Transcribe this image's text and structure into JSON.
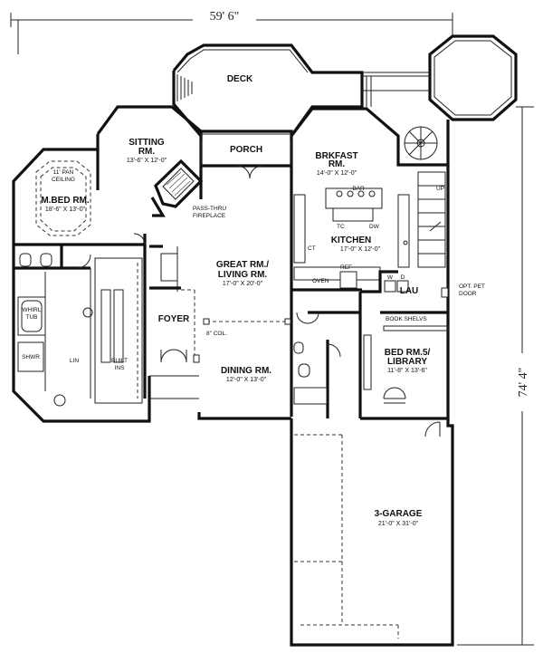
{
  "dimensions": {
    "width_label": "59' 6\"",
    "depth_label": "74' 4\""
  },
  "rooms": {
    "deck": {
      "name": "DECK"
    },
    "porch": {
      "name": "PORCH"
    },
    "sitting": {
      "name_l1": "SITTING",
      "name_l2": "RM.",
      "size": "13'-6\" X 12'-0\""
    },
    "brkfast": {
      "name_l1": "BRKFAST",
      "name_l2": "RM.",
      "size": "14'-0\" X 12'-0\""
    },
    "master": {
      "name": "M.BED RM.",
      "size": "18'-6\" X 13'-0\"",
      "ceiling_l1": "11' PAN",
      "ceiling_l2": "CEILING"
    },
    "great": {
      "name_l1": "GREAT RM./",
      "name_l2": "LIVING RM.",
      "size": "17'-0\" X 20'-0\""
    },
    "kitchen": {
      "name": "KITCHEN",
      "size": "17'-0\" X 12'-0\""
    },
    "foyer": {
      "name": "FOYER"
    },
    "dining": {
      "name": "DINING RM.",
      "size": "12'-0\" X 13'-0\""
    },
    "lau": {
      "name": "LAU"
    },
    "bed5": {
      "name_l1": "BED RM.5/",
      "name_l2": "LIBRARY",
      "size": "11'-8\" X 13'-6\""
    },
    "garage": {
      "name": "3-GARAGE",
      "size": "21'-0\" X 31'-0\""
    }
  },
  "notes": {
    "fireplace_l1": "PASS-THRU",
    "fireplace_l2": "FIREPLACE",
    "whirl_l1": "WHIRL",
    "whirl_l2": "TUB",
    "shwr": "SHWR",
    "lin": "LIN",
    "built_l1": "BUILT",
    "built_l2": "INS",
    "col": "8\" COL.",
    "oven": "OVEN",
    "ref": "REF",
    "bar": "BAR",
    "tc": "TC",
    "dw": "DW",
    "ct": "CT",
    "up": "UP",
    "w": "W",
    "d": "D",
    "pet_l1": "OPT. PET",
    "pet_l2": "DOOR",
    "book": "BOOK SHELVS"
  }
}
